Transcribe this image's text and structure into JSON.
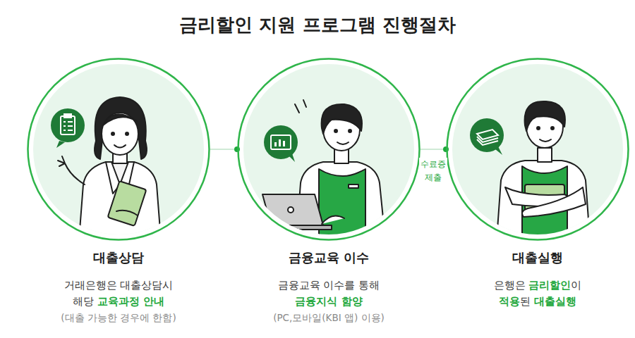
{
  "diagram": {
    "title": "금리할인 지원 프로그램 진행절차",
    "nodes": [
      {
        "text": [
          "대출상담",
          "거래은행은 대출상담시",
          "해당",
          "교육과정 안내",
          "(대출 가능한 경우에 한함)"
        ]
      },
      {
        "text": [
          "금융교육 이수",
          "금융교육 이수를 통해",
          "금융지식 함양",
          "(PC,모바일(KBI 앱) 이용)"
        ]
      },
      {
        "text": [
          "대출실행",
          "은행은",
          "금리할인",
          "이",
          "적용",
          "된",
          "대출실행"
        ]
      }
    ],
    "edges": [
      {
        "from": 0,
        "to": 1,
        "arrow": "none"
      },
      {
        "from": 1,
        "to": 2,
        "label": "수료증 제출",
        "arrow": "none"
      }
    ]
  }
}
